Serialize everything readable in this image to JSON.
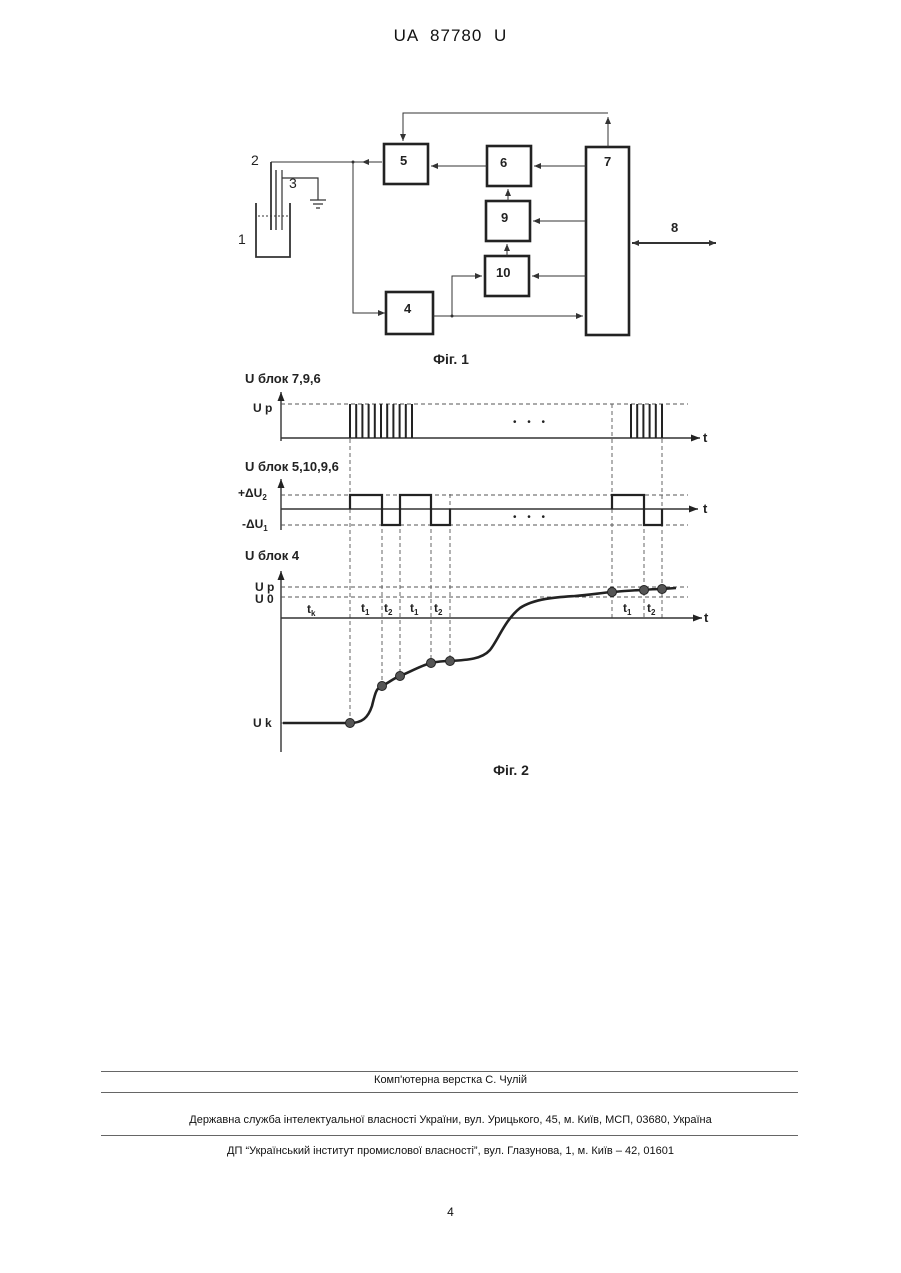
{
  "header": {
    "doc_number": "UA   87780   U"
  },
  "fig1": {
    "caption": "Фіг. 1",
    "labels": {
      "vessel": "1",
      "electrode": "2",
      "ground_electrode": "3",
      "bus": "8"
    },
    "blocks": {
      "b4": "4",
      "b5": "5",
      "b6": "6",
      "b7": "7",
      "b9": "9",
      "b10": "10"
    }
  },
  "fig2": {
    "caption": "Фіг. 2",
    "plot1": {
      "ylabel": "U блок 7,9,6",
      "level": "U p",
      "axis": "t",
      "dots": "• • •"
    },
    "plot2": {
      "ylabel": "U блок 5,10,9,6",
      "plus": "+ΔU",
      "plus_sub": "2",
      "minus": "-ΔU",
      "minus_sub": "1",
      "axis": "t",
      "dots": "• • •"
    },
    "plot3": {
      "ylabel": "U блок 4",
      "up": "U p",
      "u0": "U 0",
      "uk": "U k",
      "axis": "t",
      "tk": "t",
      "tk_sub": "k",
      "intervals": [
        {
          "t": "t",
          "sub": "1"
        },
        {
          "t": "t",
          "sub": "2"
        },
        {
          "t": "t",
          "sub": "1"
        },
        {
          "t": "t",
          "sub": "2"
        },
        {
          "t": "t",
          "sub": "1"
        },
        {
          "t": "t",
          "sub": "2"
        }
      ]
    }
  },
  "footer": {
    "layout": "Комп'ютерна верстка С. Чулій",
    "office": "Державна служба інтелектуальної власності України, вул. Урицького, 45, м. Київ, МСП, 03680, Україна",
    "institute": "ДП “Український інститут промислової власності”, вул. Глазунова, 1, м. Київ – 42, 01601",
    "page": "4"
  }
}
